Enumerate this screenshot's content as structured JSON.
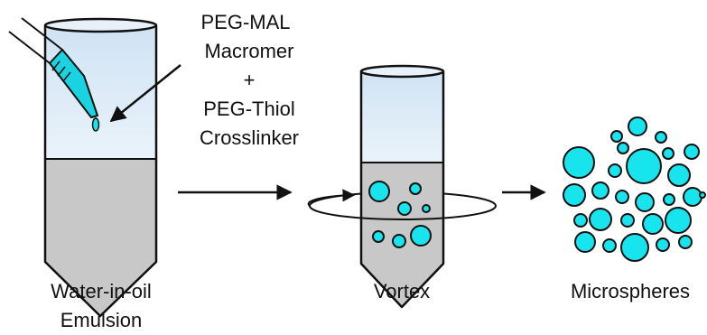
{
  "colors": {
    "sphere_fill": "#18e4ee",
    "outline": "#111111",
    "tube_top": "#dcebf6",
    "tube_liquid": "#c8c8c8",
    "pipette_tip": "#19d4e0"
  },
  "reagents": {
    "line1": "PEG-MAL",
    "line2": "Macromer",
    "plus": "+",
    "line3": "PEG-Thiol",
    "line4": "Crosslinker"
  },
  "steps": {
    "emulsion": {
      "line1": "Water-in-oil",
      "line2": "Emulsion"
    },
    "vortex": {
      "label": "Vortex"
    },
    "microspheres": {
      "label": "Microspheres"
    }
  },
  "icons": [
    "pipette-icon",
    "arrow-icon",
    "vortex-rotation-icon"
  ]
}
